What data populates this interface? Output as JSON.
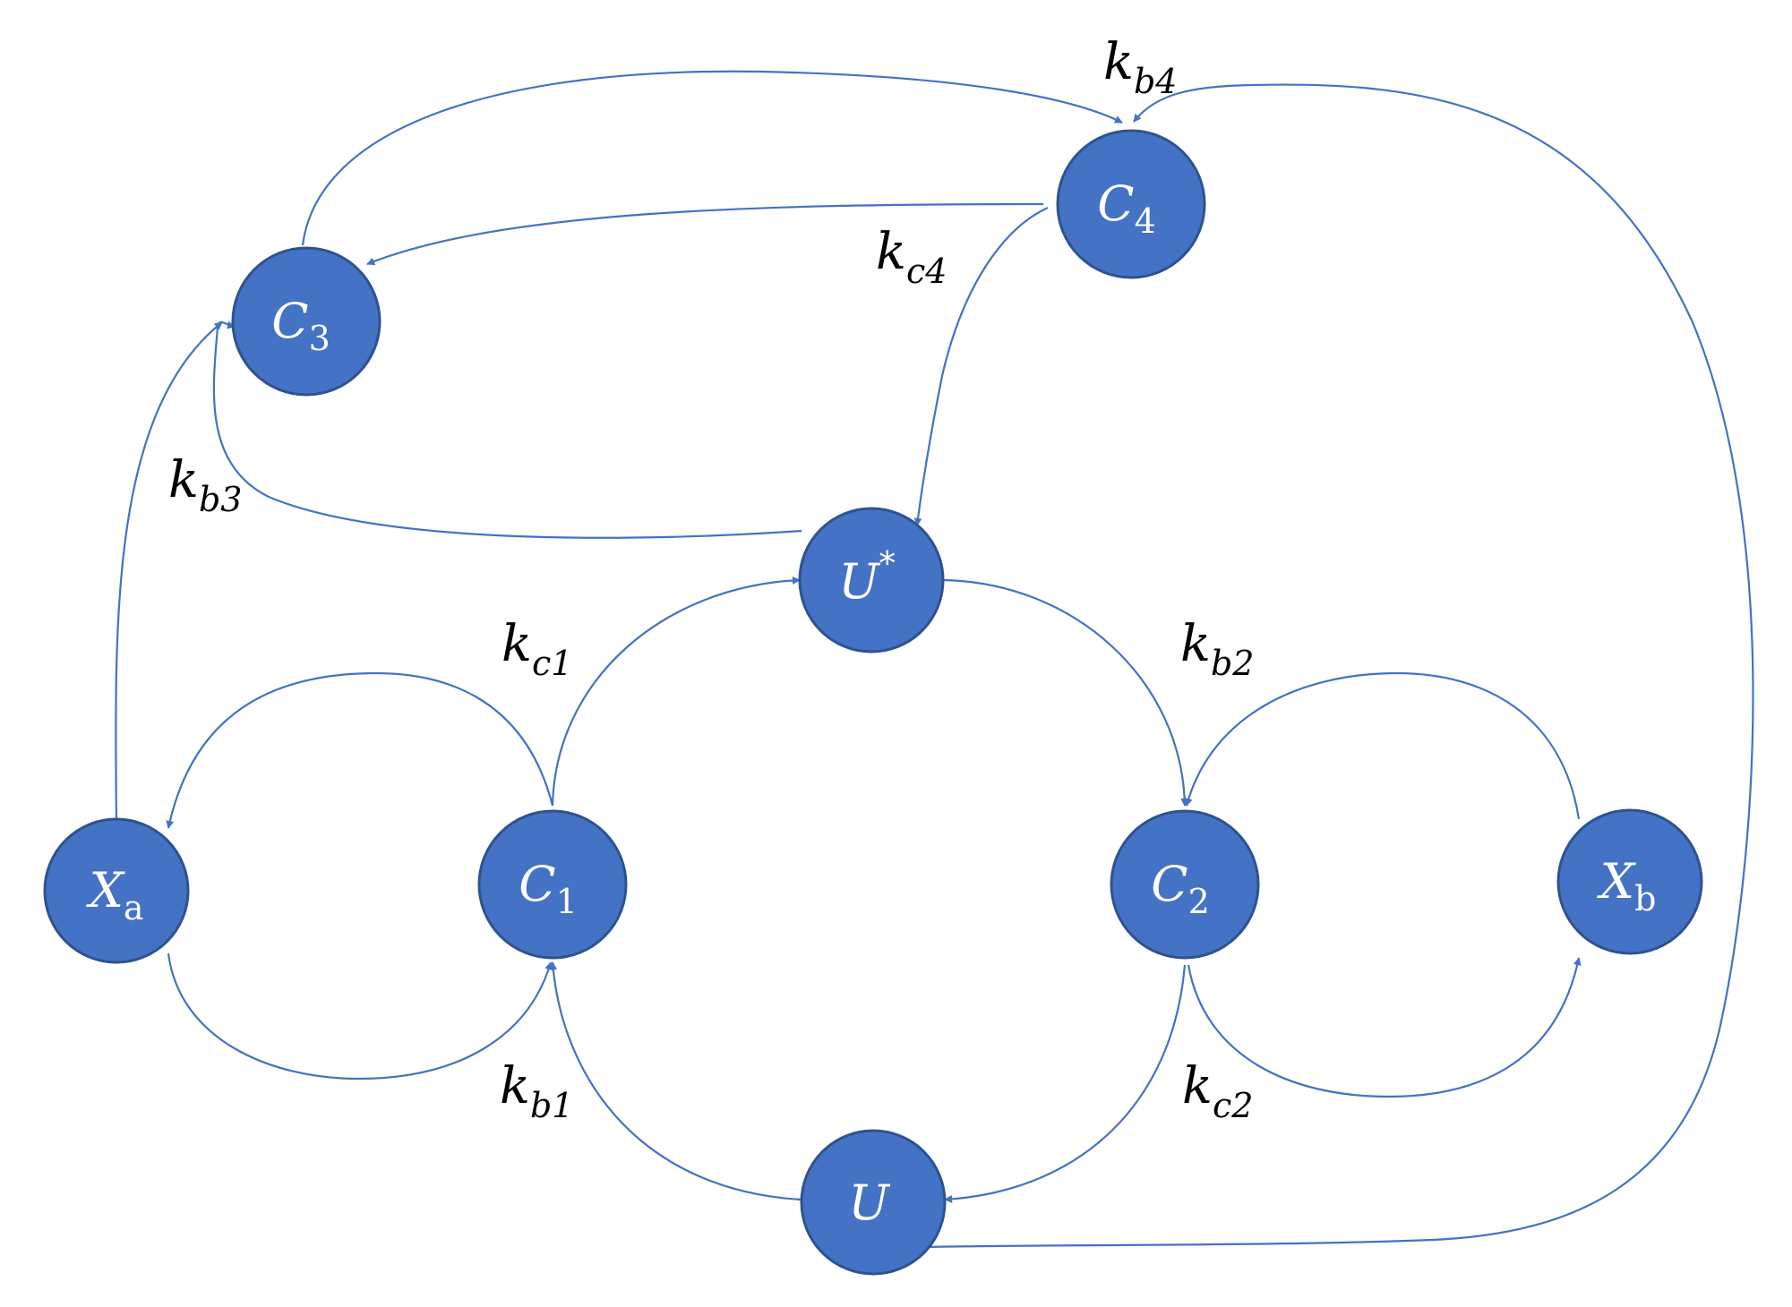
{
  "nodes": {
    "xa": {
      "main": "X",
      "sub": "a"
    },
    "c1": {
      "main": "C",
      "sub": "1"
    },
    "c2": {
      "main": "C",
      "sub": "2"
    },
    "c3": {
      "main": "C",
      "sub": "3"
    },
    "c4": {
      "main": "C",
      "sub": "4"
    },
    "xb": {
      "main": "X",
      "sub": "b"
    },
    "u": {
      "main": "U",
      "sub": ""
    },
    "ustar": {
      "main": "U",
      "sup": "*"
    }
  },
  "rates": {
    "kb1": {
      "main": "k",
      "sub": "b1"
    },
    "kb2": {
      "main": "k",
      "sub": "b2"
    },
    "kb3": {
      "main": "k",
      "sub": "b3"
    },
    "kb4": {
      "main": "k",
      "sub": "b4"
    },
    "kc1": {
      "main": "k",
      "sub": "c1"
    },
    "kc2": {
      "main": "k",
      "sub": "c2"
    },
    "kc4": {
      "main": "k",
      "sub": "c4"
    }
  },
  "colors": {
    "node_fill": "#4472C4",
    "node_stroke": "#2F528F",
    "edge": "#4472C4",
    "rate_text": "#000000"
  }
}
